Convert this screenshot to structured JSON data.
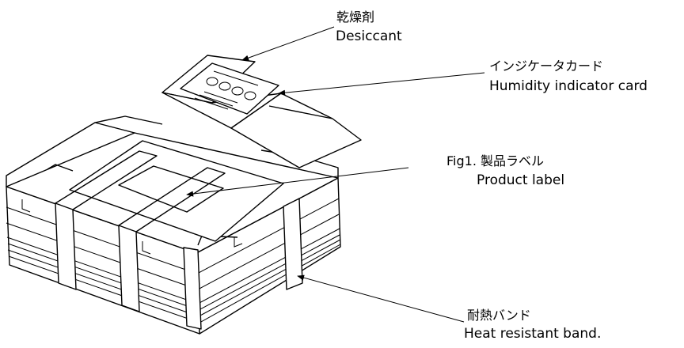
{
  "labels": {
    "desiccant": {
      "jp": "乾燥剤",
      "en": "Desiccant"
    },
    "indicator": {
      "jp": "インジケータカード",
      "en": "Humidity indicator card"
    },
    "product_label": {
      "jp": "Fig1. 製品ラベル",
      "en": "Product label"
    },
    "band": {
      "jp": "耐熱バンド",
      "en": "Heat resistant band."
    }
  },
  "colors": {
    "line": "#000000",
    "background": "#ffffff"
  }
}
